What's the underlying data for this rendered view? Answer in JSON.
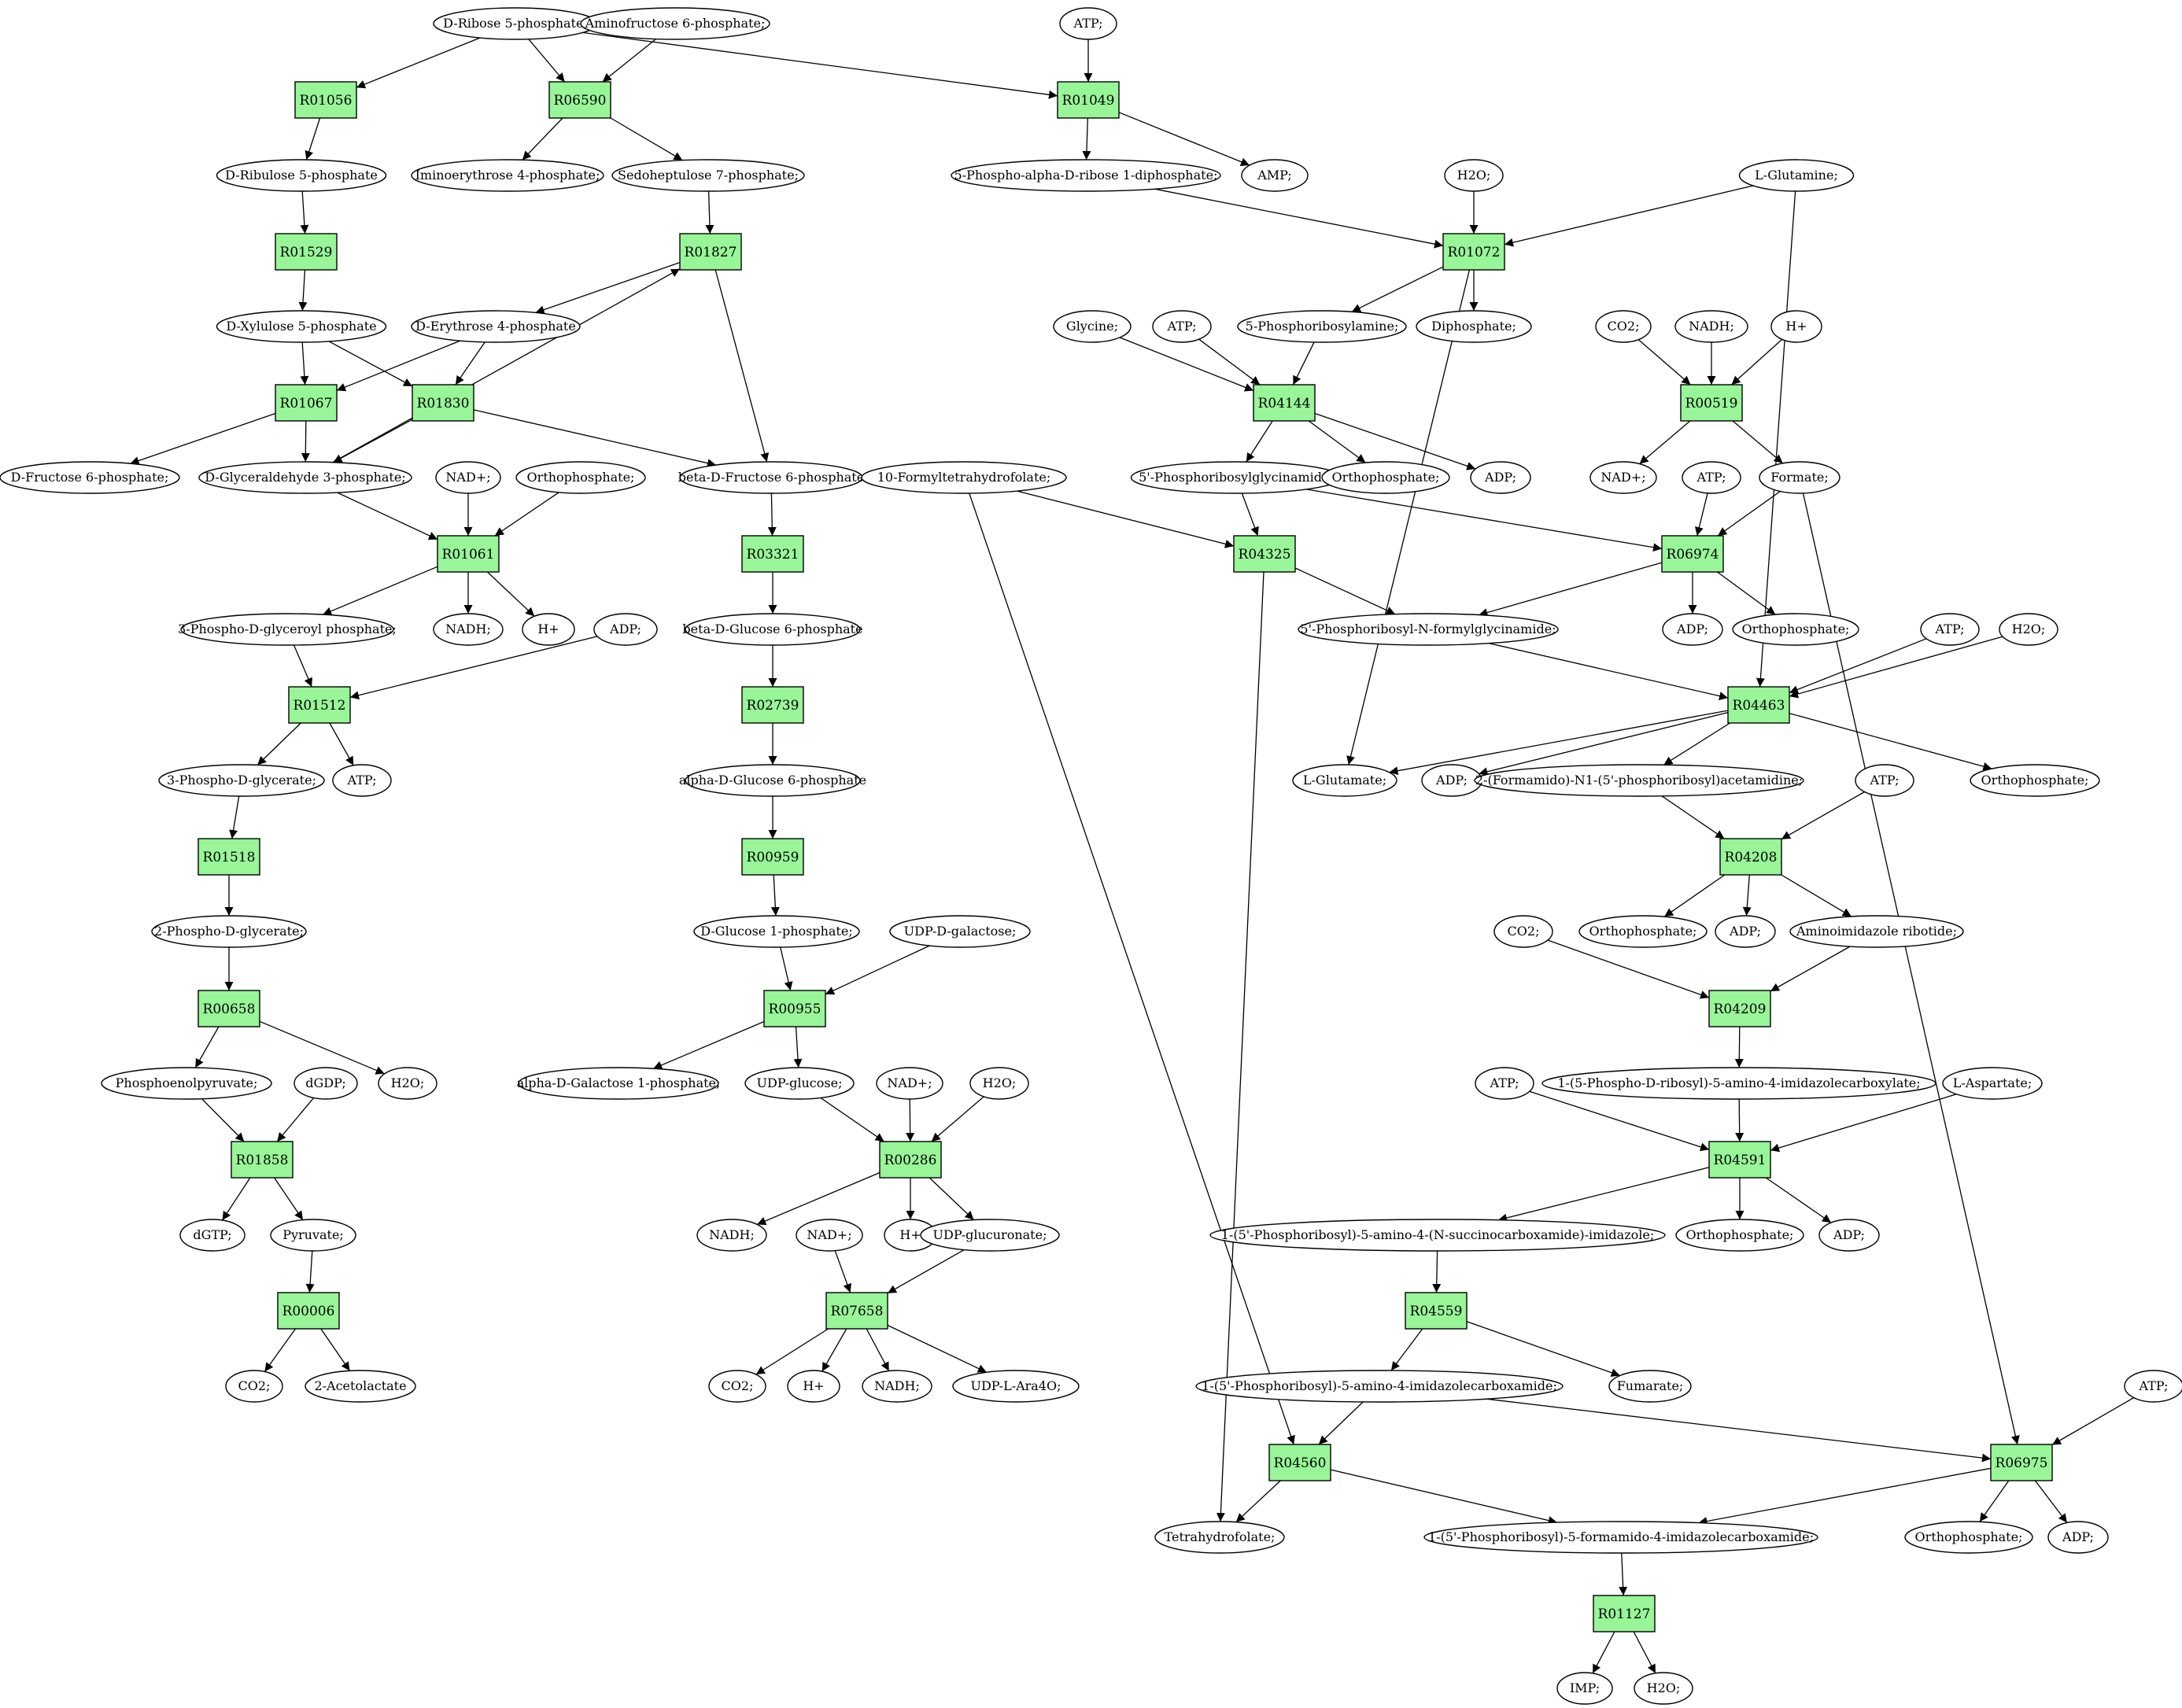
{
  "colors": {
    "reaction_fill": "#98f598",
    "source_fill": "#00ee00",
    "target_fill": "#ffff00",
    "default_fill": "#ffffff",
    "stroke": "#000000"
  },
  "compounds": [
    {
      "id": "c1",
      "label": "D-Ribose 5-phosphate;",
      "fill": "source"
    },
    {
      "id": "c2",
      "label": "Aminofructose 6-phosphate;"
    },
    {
      "id": "c3",
      "label": "ATP;"
    },
    {
      "id": "c4",
      "label": "D-Ribulose 5-phosphate"
    },
    {
      "id": "c5",
      "label": "Iminoerythrose 4-phosphate;"
    },
    {
      "id": "c6",
      "label": "Sedoheptulose 7-phosphate;"
    },
    {
      "id": "c7",
      "label": "5-Phospho-alpha-D-ribose 1-diphosphate;"
    },
    {
      "id": "c8",
      "label": "AMP;"
    },
    {
      "id": "c9",
      "label": "H2O;"
    },
    {
      "id": "c10",
      "label": "L-Glutamine;"
    },
    {
      "id": "c11",
      "label": "D-Xylulose 5-phosphate"
    },
    {
      "id": "c12",
      "label": "D-Erythrose 4-phosphate"
    },
    {
      "id": "c13",
      "label": "Glycine;"
    },
    {
      "id": "c14",
      "label": "ATP;"
    },
    {
      "id": "c15",
      "label": "5-Phosphoribosylamine;"
    },
    {
      "id": "c16",
      "label": "Diphosphate;"
    },
    {
      "id": "c17",
      "label": "CO2;"
    },
    {
      "id": "c18",
      "label": "NADH;"
    },
    {
      "id": "c19",
      "label": "H+"
    },
    {
      "id": "c20",
      "label": "D-Fructose 6-phosphate;"
    },
    {
      "id": "c21",
      "label": "D-Glyceraldehyde 3-phosphate;"
    },
    {
      "id": "c22",
      "label": "NAD+;"
    },
    {
      "id": "c23",
      "label": "Orthophosphate;"
    },
    {
      "id": "c24",
      "label": "beta-D-Fructose 6-phosphate"
    },
    {
      "id": "c25",
      "label": "10-Formyltetrahydrofolate;"
    },
    {
      "id": "c26",
      "label": "5'-Phosphoribosylglycinamide;"
    },
    {
      "id": "c27",
      "label": "Orthophosphate;"
    },
    {
      "id": "c28",
      "label": "ADP;"
    },
    {
      "id": "c29",
      "label": "NAD+;"
    },
    {
      "id": "c30",
      "label": "ATP;"
    },
    {
      "id": "c31",
      "label": "Formate;"
    },
    {
      "id": "c32",
      "label": "3-Phospho-D-glyceroyl phosphate;"
    },
    {
      "id": "c33",
      "label": "NADH;"
    },
    {
      "id": "c34",
      "label": "H+"
    },
    {
      "id": "c35",
      "label": "ADP;"
    },
    {
      "id": "c36",
      "label": "beta-D-Glucose 6-phosphate"
    },
    {
      "id": "c37",
      "label": "5'-Phosphoribosyl-N-formylglycinamide;"
    },
    {
      "id": "c38",
      "label": "ADP;"
    },
    {
      "id": "c39",
      "label": "Orthophosphate;"
    },
    {
      "id": "c40",
      "label": "ATP;"
    },
    {
      "id": "c41",
      "label": "H2O;"
    },
    {
      "id": "c42",
      "label": "3-Phospho-D-glycerate;"
    },
    {
      "id": "c43",
      "label": "ATP;"
    },
    {
      "id": "c44",
      "label": "alpha-D-Glucose 6-phosphate"
    },
    {
      "id": "c45",
      "label": "L-Glutamate;"
    },
    {
      "id": "c46",
      "label": "ADP;"
    },
    {
      "id": "c47",
      "label": "2-(Formamido)-N1-(5'-phosphoribosyl)acetamidine;"
    },
    {
      "id": "c48",
      "label": "ATP;"
    },
    {
      "id": "c49",
      "label": "Orthophosphate;"
    },
    {
      "id": "c50",
      "label": "2-Phospho-D-glycerate;"
    },
    {
      "id": "c51",
      "label": "D-Glucose 1-phosphate;"
    },
    {
      "id": "c52",
      "label": "UDP-D-galactose;"
    },
    {
      "id": "c53",
      "label": "CO2;"
    },
    {
      "id": "c54",
      "label": "Orthophosphate;"
    },
    {
      "id": "c55",
      "label": "ADP;"
    },
    {
      "id": "c56",
      "label": "Aminoimidazole ribotide;"
    },
    {
      "id": "c57",
      "label": "Phosphoenolpyruvate;"
    },
    {
      "id": "c58",
      "label": "dGDP;"
    },
    {
      "id": "c59",
      "label": "H2O;"
    },
    {
      "id": "c60",
      "label": "alpha-D-Galactose 1-phosphate;"
    },
    {
      "id": "c61",
      "label": "UDP-glucose;"
    },
    {
      "id": "c62",
      "label": "NAD+;"
    },
    {
      "id": "c63",
      "label": "H2O;"
    },
    {
      "id": "c64",
      "label": "ATP;"
    },
    {
      "id": "c65",
      "label": "1-(5-Phospho-D-ribosyl)-5-amino-4-imidazolecarboxylate;"
    },
    {
      "id": "c66",
      "label": "L-Aspartate;"
    },
    {
      "id": "c67",
      "label": "dGTP;"
    },
    {
      "id": "c68",
      "label": "Pyruvate;"
    },
    {
      "id": "c69",
      "label": "NADH;"
    },
    {
      "id": "c70",
      "label": "NAD+;"
    },
    {
      "id": "c71",
      "label": "H+"
    },
    {
      "id": "c72",
      "label": "UDP-glucuronate;"
    },
    {
      "id": "c73",
      "label": "1-(5'-Phosphoribosyl)-5-amino-4-(N-succinocarboxamide)-imidazole;"
    },
    {
      "id": "c74",
      "label": "Orthophosphate;"
    },
    {
      "id": "c75",
      "label": "ADP;"
    },
    {
      "id": "c76",
      "label": "CO2;"
    },
    {
      "id": "c77",
      "label": "2-Acetolactate"
    },
    {
      "id": "c78",
      "label": "CO2;"
    },
    {
      "id": "c79",
      "label": "H+"
    },
    {
      "id": "c80",
      "label": "NADH;"
    },
    {
      "id": "c81",
      "label": "UDP-L-Ara4O;"
    },
    {
      "id": "c82",
      "label": "1-(5'-Phosphoribosyl)-5-amino-4-imidazolecarboxamide;"
    },
    {
      "id": "c83",
      "label": "Fumarate;"
    },
    {
      "id": "c84",
      "label": "ATP;"
    },
    {
      "id": "c85",
      "label": "Tetrahydrofolate;"
    },
    {
      "id": "c86",
      "label": "1-(5'-Phosphoribosyl)-5-formamido-4-imidazolecarboxamide;"
    },
    {
      "id": "c87",
      "label": "Orthophosphate;"
    },
    {
      "id": "c88",
      "label": "ADP;"
    },
    {
      "id": "c89",
      "label": "IMP;",
      "fill": "target"
    },
    {
      "id": "c90",
      "label": "H2O;"
    }
  ],
  "reactions": [
    {
      "id": "r1",
      "label": "R01056"
    },
    {
      "id": "r2",
      "label": "R06590"
    },
    {
      "id": "r3",
      "label": "R01049"
    },
    {
      "id": "r4",
      "label": "R01529"
    },
    {
      "id": "r5",
      "label": "R01827"
    },
    {
      "id": "r6",
      "label": "R01072"
    },
    {
      "id": "r7",
      "label": "R01067"
    },
    {
      "id": "r8",
      "label": "R01830"
    },
    {
      "id": "r9",
      "label": "R04144"
    },
    {
      "id": "r10",
      "label": "R00519"
    },
    {
      "id": "r11",
      "label": "R01061"
    },
    {
      "id": "r12",
      "label": "R03321"
    },
    {
      "id": "r13",
      "label": "R04325"
    },
    {
      "id": "r14",
      "label": "R06974"
    },
    {
      "id": "r15",
      "label": "R01512"
    },
    {
      "id": "r16",
      "label": "R02739"
    },
    {
      "id": "r17",
      "label": "R04463"
    },
    {
      "id": "r18",
      "label": "R01518"
    },
    {
      "id": "r19",
      "label": "R00959"
    },
    {
      "id": "r20",
      "label": "R04208"
    },
    {
      "id": "r21",
      "label": "R00658"
    },
    {
      "id": "r22",
      "label": "R00955"
    },
    {
      "id": "r23",
      "label": "R04209"
    },
    {
      "id": "r24",
      "label": "R01858"
    },
    {
      "id": "r25",
      "label": "R00286"
    },
    {
      "id": "r26",
      "label": "R04591"
    },
    {
      "id": "r27",
      "label": "R00006"
    },
    {
      "id": "r28",
      "label": "R07658"
    },
    {
      "id": "r29",
      "label": "R04559"
    },
    {
      "id": "r30",
      "label": "R04560"
    },
    {
      "id": "r31",
      "label": "R06975"
    },
    {
      "id": "r32",
      "label": "R01127"
    }
  ],
  "edges": [
    [
      "c1",
      "r1"
    ],
    [
      "c1",
      "r2"
    ],
    [
      "c1",
      "r3"
    ],
    [
      "c2",
      "r2"
    ],
    [
      "c3",
      "r3"
    ],
    [
      "r1",
      "c4"
    ],
    [
      "r2",
      "c5"
    ],
    [
      "r2",
      "c6"
    ],
    [
      "r3",
      "c7"
    ],
    [
      "r3",
      "c8"
    ],
    [
      "c4",
      "r4"
    ],
    [
      "c6",
      "r5"
    ],
    [
      "c7",
      "r6"
    ],
    [
      "c9",
      "r6"
    ],
    [
      "c10",
      "r6"
    ],
    [
      "c10",
      "r17"
    ],
    [
      "r4",
      "c11"
    ],
    [
      "r5",
      "c12"
    ],
    [
      "r5",
      "c24"
    ],
    [
      "r6",
      "c15"
    ],
    [
      "r6",
      "c16"
    ],
    [
      "r6",
      "c45"
    ],
    [
      "c11",
      "r7"
    ],
    [
      "c11",
      "r8"
    ],
    [
      "c12",
      "r7"
    ],
    [
      "c12",
      "r8"
    ],
    [
      "c13",
      "r9"
    ],
    [
      "c14",
      "r9"
    ],
    [
      "c15",
      "r9"
    ],
    [
      "c17",
      "r10"
    ],
    [
      "c18",
      "r10"
    ],
    [
      "c19",
      "r10"
    ],
    [
      "r7",
      "c20"
    ],
    [
      "r7",
      "c21"
    ],
    [
      "r8",
      "c21"
    ],
    [
      "r8",
      "c24"
    ],
    [
      "c21",
      "r5"
    ],
    [
      "c21",
      "r11"
    ],
    [
      "c22",
      "r11"
    ],
    [
      "c23",
      "r11"
    ],
    [
      "c24",
      "r12"
    ],
    [
      "c25",
      "r13"
    ],
    [
      "c25",
      "r30"
    ],
    [
      "r9",
      "c26"
    ],
    [
      "r9",
      "c27"
    ],
    [
      "r9",
      "c28"
    ],
    [
      "r10",
      "c29"
    ],
    [
      "r10",
      "c31"
    ],
    [
      "c30",
      "r14"
    ],
    [
      "c31",
      "r14"
    ],
    [
      "c31",
      "r31"
    ],
    [
      "c26",
      "r13"
    ],
    [
      "c26",
      "r14"
    ],
    [
      "r11",
      "c32"
    ],
    [
      "r11",
      "c33"
    ],
    [
      "r11",
      "c34"
    ],
    [
      "r13",
      "c37"
    ],
    [
      "r13",
      "c85"
    ],
    [
      "r14",
      "c37"
    ],
    [
      "r14",
      "c38"
    ],
    [
      "r14",
      "c39"
    ],
    [
      "c32",
      "r15"
    ],
    [
      "c35",
      "r15"
    ],
    [
      "r12",
      "c36"
    ],
    [
      "c36",
      "r16"
    ],
    [
      "c37",
      "r17"
    ],
    [
      "c40",
      "r17"
    ],
    [
      "c41",
      "r17"
    ],
    [
      "r15",
      "c42"
    ],
    [
      "r15",
      "c43"
    ],
    [
      "r16",
      "c44"
    ],
    [
      "r17",
      "c45"
    ],
    [
      "r17",
      "c46"
    ],
    [
      "r17",
      "c47"
    ],
    [
      "r17",
      "c49"
    ],
    [
      "c42",
      "r18"
    ],
    [
      "c44",
      "r19"
    ],
    [
      "c47",
      "r20"
    ],
    [
      "c48",
      "r20"
    ],
    [
      "r18",
      "c50"
    ],
    [
      "r19",
      "c51"
    ],
    [
      "r20",
      "c54"
    ],
    [
      "r20",
      "c55"
    ],
    [
      "r20",
      "c56"
    ],
    [
      "c50",
      "r21"
    ],
    [
      "c51",
      "r22"
    ],
    [
      "c52",
      "r22"
    ],
    [
      "c53",
      "r23"
    ],
    [
      "c56",
      "r23"
    ],
    [
      "r21",
      "c57"
    ],
    [
      "r21",
      "c59"
    ],
    [
      "r22",
      "c60"
    ],
    [
      "r22",
      "c61"
    ],
    [
      "r23",
      "c65"
    ],
    [
      "c57",
      "r24"
    ],
    [
      "c58",
      "r24"
    ],
    [
      "c61",
      "r25"
    ],
    [
      "c62",
      "r25"
    ],
    [
      "c63",
      "r25"
    ],
    [
      "c64",
      "r26"
    ],
    [
      "c65",
      "r26"
    ],
    [
      "c66",
      "r26"
    ],
    [
      "r24",
      "c67"
    ],
    [
      "r24",
      "c68"
    ],
    [
      "r25",
      "c69"
    ],
    [
      "r25",
      "c71"
    ],
    [
      "r25",
      "c72"
    ],
    [
      "r26",
      "c73"
    ],
    [
      "r26",
      "c74"
    ],
    [
      "r26",
      "c75"
    ],
    [
      "c68",
      "r27"
    ],
    [
      "c70",
      "r28"
    ],
    [
      "c72",
      "r28"
    ],
    [
      "c73",
      "r29"
    ],
    [
      "r27",
      "c76"
    ],
    [
      "r27",
      "c77"
    ],
    [
      "r28",
      "c78"
    ],
    [
      "r28",
      "c79"
    ],
    [
      "r28",
      "c80"
    ],
    [
      "r28",
      "c81"
    ],
    [
      "r29",
      "c82"
    ],
    [
      "r29",
      "c83"
    ],
    [
      "c82",
      "r30"
    ],
    [
      "c82",
      "r31"
    ],
    [
      "c84",
      "r31"
    ],
    [
      "r30",
      "c85"
    ],
    [
      "r30",
      "c86"
    ],
    [
      "r31",
      "c86"
    ],
    [
      "r31",
      "c87"
    ],
    [
      "r31",
      "c88"
    ],
    [
      "c86",
      "r32"
    ],
    [
      "r32",
      "c89"
    ],
    [
      "r32",
      "c90"
    ]
  ]
}
